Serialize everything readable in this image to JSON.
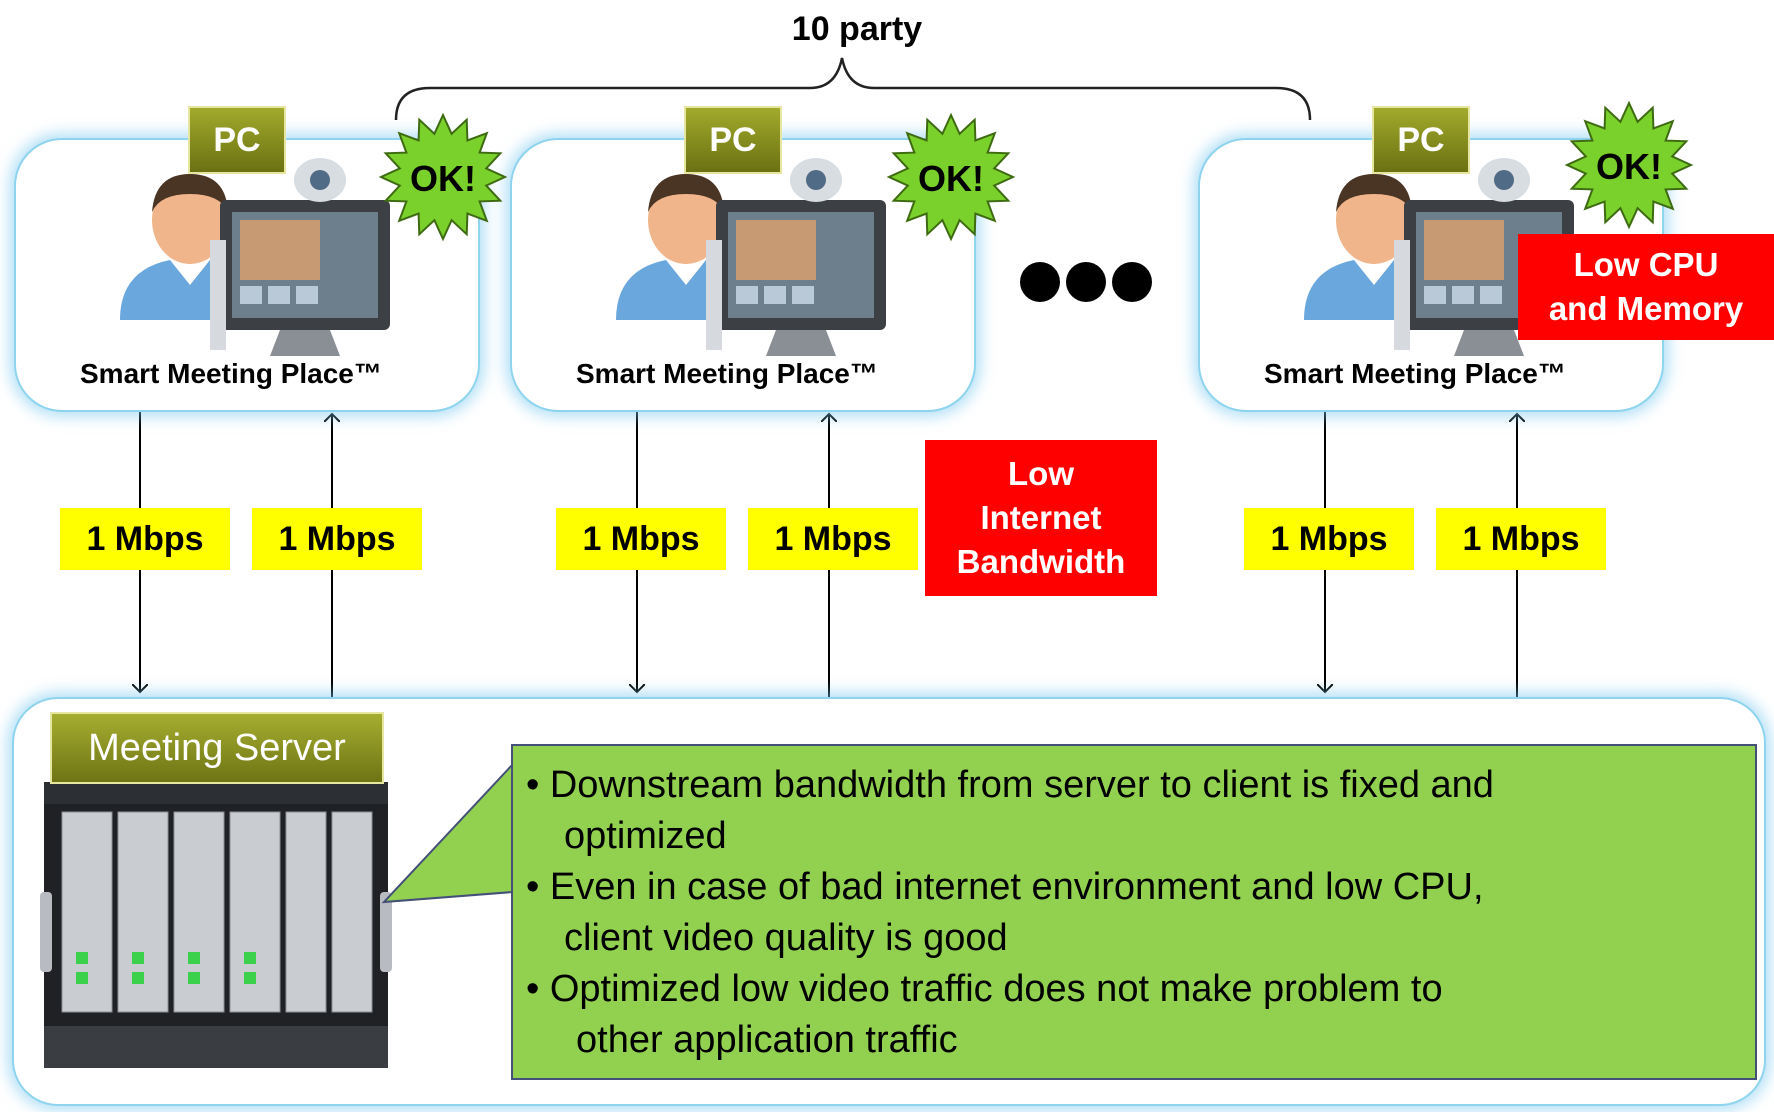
{
  "party_label": "10 party",
  "clients": [
    {
      "pc_label": "PC",
      "ok_label": "OK!",
      "name": "Smart Meeting Place™",
      "down_rate": "1 Mbps",
      "up_rate": "1 Mbps"
    },
    {
      "pc_label": "PC",
      "ok_label": "OK!",
      "name": "Smart Meeting Place™",
      "down_rate": "1 Mbps",
      "up_rate": "1 Mbps"
    },
    {
      "pc_label": "PC",
      "ok_label": "OK!",
      "name": "Smart Meeting Place™",
      "down_rate": "1 Mbps",
      "up_rate": "1 Mbps"
    }
  ],
  "notes": {
    "low_bandwidth": [
      "Low",
      "Internet",
      "Bandwidth"
    ],
    "low_cpu": [
      "Low CPU",
      "and Memory"
    ]
  },
  "server": {
    "label": "Meeting Server",
    "bullets": [
      [
        "• Downstream bandwidth from server to client is fixed and",
        "optimized"
      ],
      [
        "• Even in case of bad internet environment and low CPU,",
        "client video quality is good"
      ],
      [
        "• Optimized low video traffic does not make problem to",
        "other application traffic"
      ]
    ]
  },
  "colors": {
    "box_border": "#8ed4ee",
    "pc_tag": "#8a9020",
    "ok_burst": "#7bd12b",
    "rate_label": "#ffff00",
    "alert": "#ff0000",
    "callout": "#92d050"
  }
}
